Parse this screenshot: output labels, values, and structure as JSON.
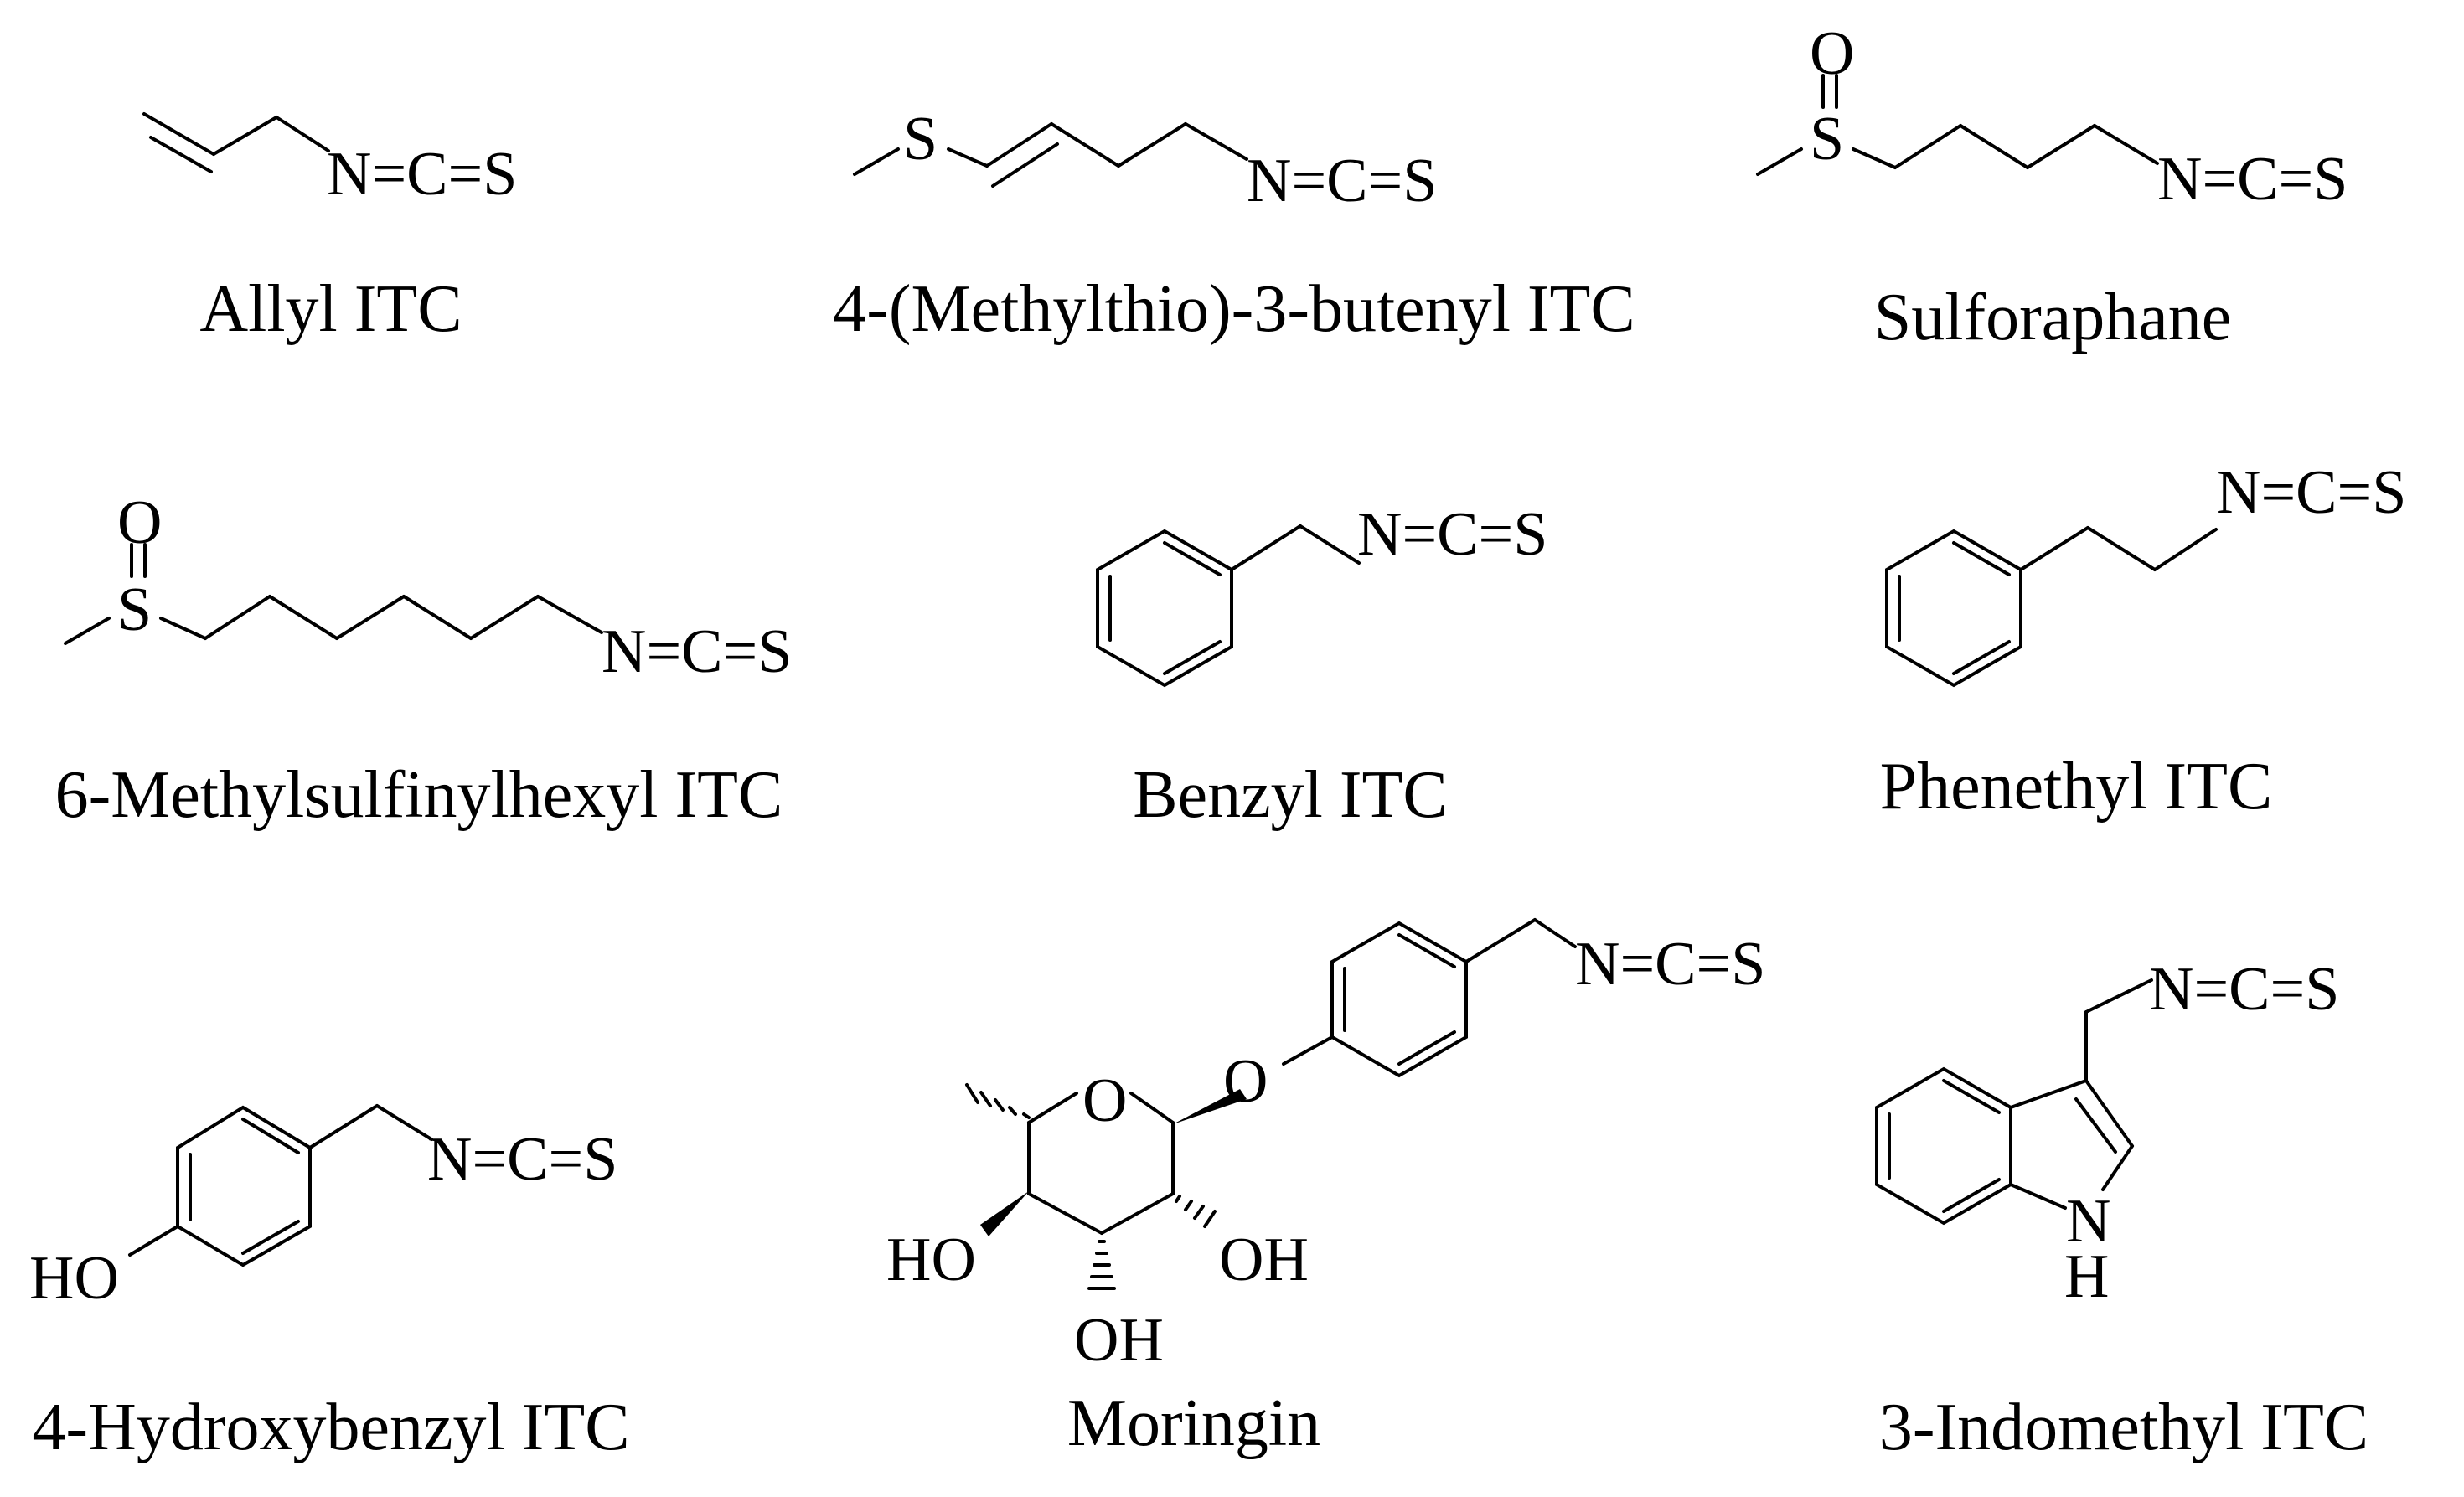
{
  "compounds": [
    {
      "name": "Allyl ITC",
      "atoms": {
        "ncs": "N=C=S"
      }
    },
    {
      "name": "4-(Methylthio)-3-butenyl ITC",
      "atoms": {
        "s": "S",
        "ncs": "N=C=S"
      }
    },
    {
      "name": "Sulforaphane",
      "atoms": {
        "o": "O",
        "s": "S",
        "ncs": "N=C=S"
      }
    },
    {
      "name": "6-Methylsulfinylhexyl ITC",
      "atoms": {
        "o": "O",
        "s": "S",
        "ncs": "N=C=S"
      }
    },
    {
      "name": "Benzyl ITC",
      "atoms": {
        "ncs": "N=C=S"
      }
    },
    {
      "name": "Phenethyl ITC",
      "atoms": {
        "ncs": "N=C=S"
      }
    },
    {
      "name": "4-Hydroxybenzyl ITC",
      "atoms": {
        "ho": "HO",
        "ncs": "N=C=S"
      }
    },
    {
      "name": "Moringin",
      "atoms": {
        "ring_o": "O",
        "link_o": "O",
        "ncs": "N=C=S",
        "ho": "HO",
        "oh_right": "OH",
        "oh_bottom": "OH"
      }
    },
    {
      "name": "3-Indomethyl ITC",
      "atoms": {
        "ncs": "N=C=S",
        "n": "N",
        "h": "H"
      }
    }
  ]
}
